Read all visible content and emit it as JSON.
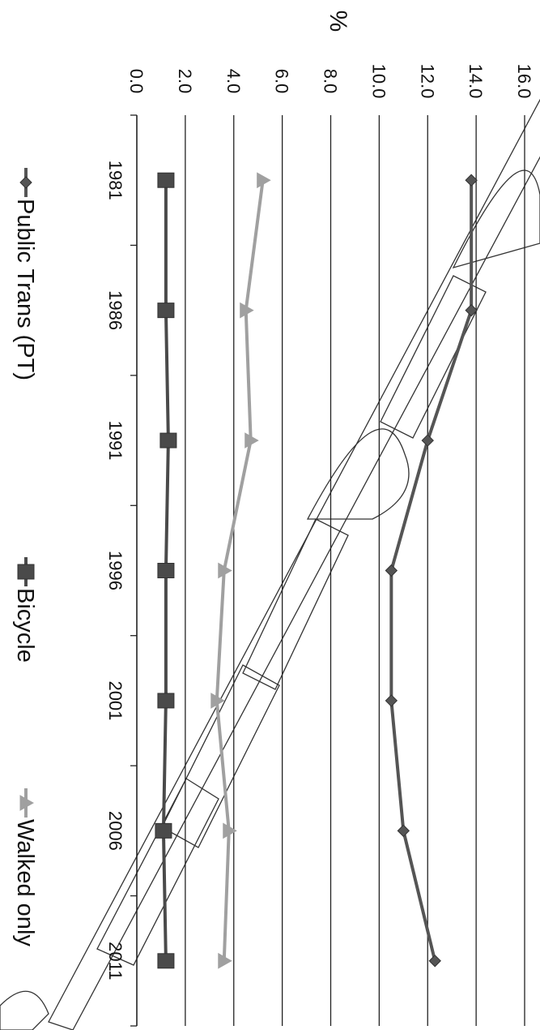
{
  "chart_data": {
    "type": "line",
    "title": "",
    "xlabel": "",
    "ylabel": "%",
    "x": [
      "1981",
      "1986",
      "1991",
      "1996",
      "2001",
      "2006",
      "2011"
    ],
    "ylim": [
      0,
      16
    ],
    "yticks": [
      "0.0",
      "2.0",
      "4.0",
      "6.0",
      "8.0",
      "10.0",
      "12.0",
      "14.0",
      "16.0"
    ],
    "grid": true,
    "legend_position": "bottom",
    "orientation": "rotated 90 degrees clockwise",
    "series": [
      {
        "name": "Public Trans (PT)",
        "marker": "diamond",
        "color": "#555555",
        "values": [
          13.8,
          13.8,
          12.0,
          10.5,
          10.5,
          11.0,
          12.3
        ]
      },
      {
        "name": "Bicycle",
        "marker": "square",
        "color": "#4a4a4a",
        "values": [
          1.2,
          1.2,
          1.3,
          1.2,
          1.2,
          1.1,
          1.2
        ]
      },
      {
        "name": "Walked only",
        "marker": "triangle",
        "color": "#a0a0a0",
        "values": [
          5.2,
          4.5,
          4.7,
          3.6,
          3.3,
          3.8,
          3.6
        ]
      }
    ]
  },
  "watermark": "RELEASED"
}
